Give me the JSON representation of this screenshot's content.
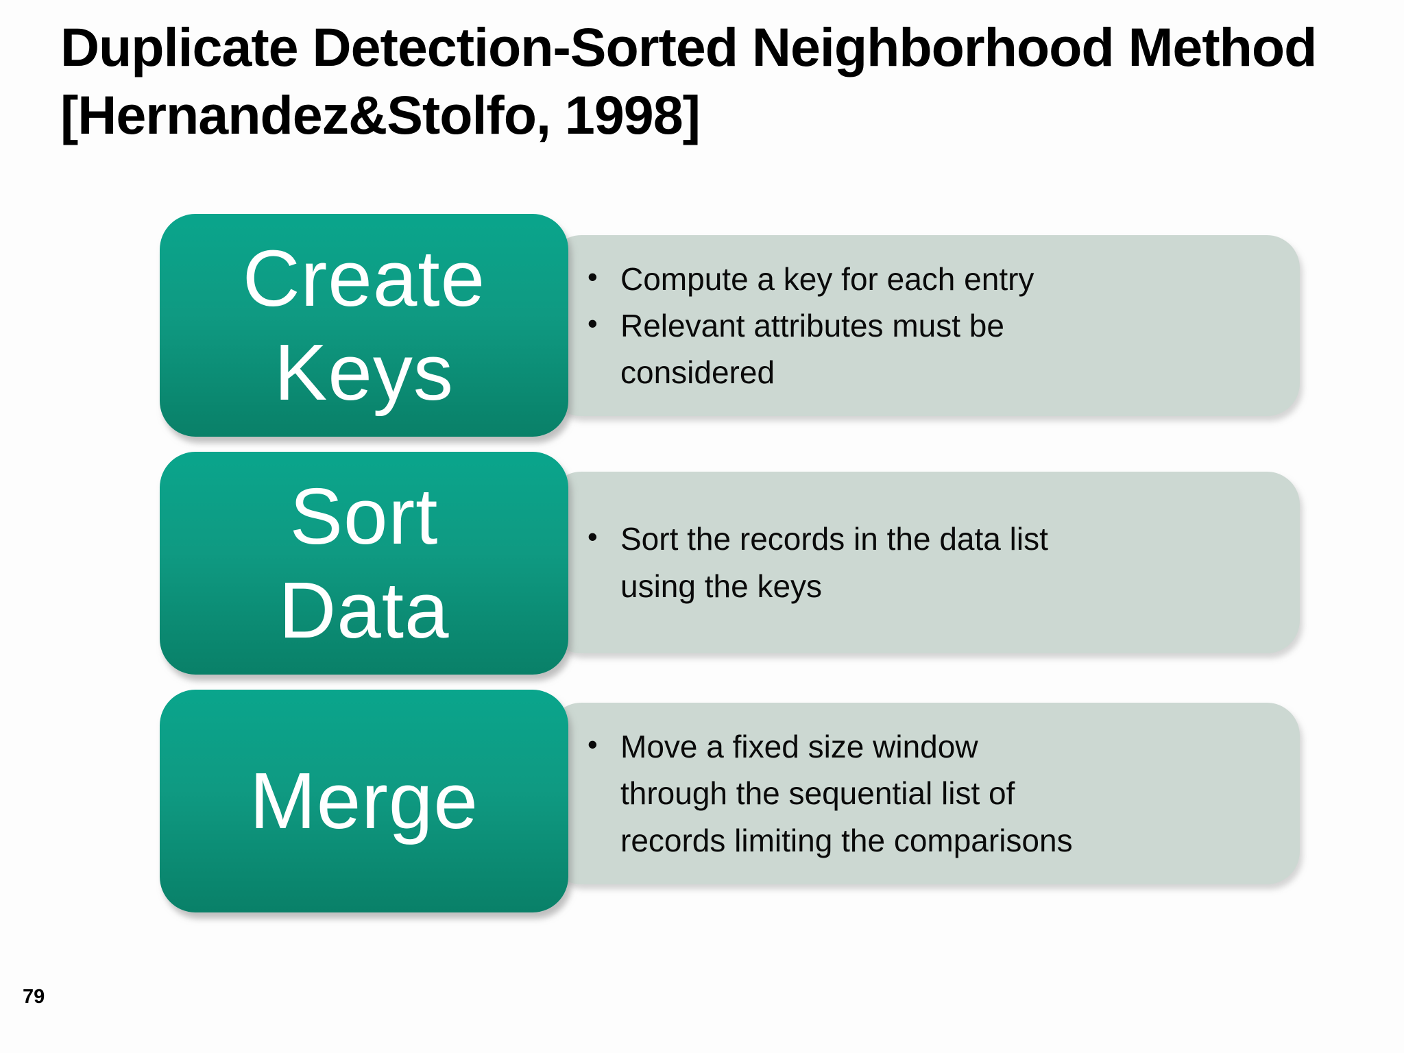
{
  "title": "Duplicate Detection-Sorted Neighborhood Method\n[Hernandez&Stolfo, 1998]",
  "page_number": "79",
  "colors": {
    "step_green_top": "#0AA58C",
    "step_green_bottom": "#098068",
    "description_bg": "#CCD8D2",
    "title_text": "#000000",
    "bullet_text": "#0A0A0A",
    "step_label_text": "#FFFFFF"
  },
  "rows": [
    {
      "label": "Create\nKeys",
      "bullets": [
        "Compute a key for each entry",
        "Relevant attributes must be\nconsidered"
      ]
    },
    {
      "label": "Sort\nData",
      "bullets": [
        "Sort the records in the data list\nusing the keys"
      ]
    },
    {
      "label": "Merge",
      "bullets": [
        "Move a fixed size window\nthrough the sequential list of\nrecords limiting the comparisons"
      ]
    }
  ]
}
